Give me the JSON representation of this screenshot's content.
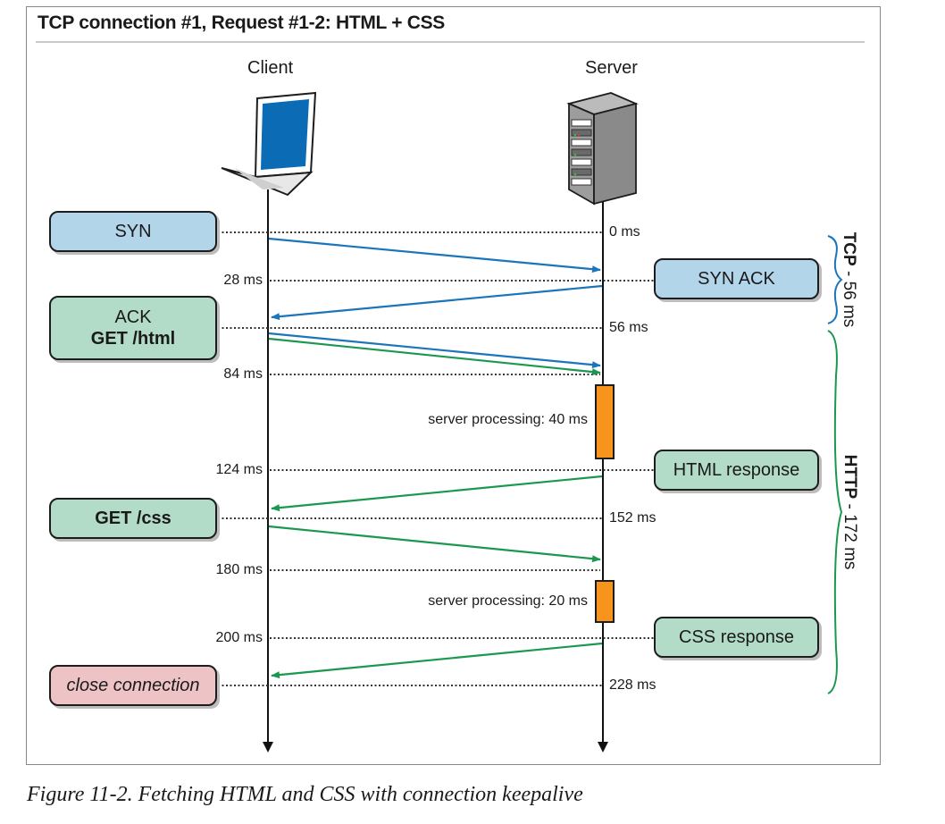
{
  "title": "TCP connection #1, Request #1-2: HTML + CSS",
  "client_label": "Client",
  "server_label": "Server",
  "boxes": {
    "syn": "SYN",
    "syn_ack": "SYN ACK",
    "ack": "ACK",
    "get_html": "GET /html",
    "html_response": "HTML response",
    "get_css": "GET /css",
    "css_response": "CSS response",
    "close": "close connection"
  },
  "times": {
    "t0": "0 ms",
    "t28": "28 ms",
    "t56": "56 ms",
    "t84": "84 ms",
    "t124": "124 ms",
    "t152": "152 ms",
    "t180": "180 ms",
    "t200": "200 ms",
    "t228": "228 ms"
  },
  "processing": {
    "first": "server processing: 40 ms",
    "second": "server processing: 20 ms"
  },
  "phases": {
    "tcp_name": "TCP",
    "tcp_duration": " - 56 ms",
    "http_name": "HTTP",
    "http_duration": " - 172 ms"
  },
  "colors": {
    "tcp_arrow": "#1b75bb",
    "http_arrow": "#1a9850",
    "syn_box": "#b3d5ea",
    "http_box": "#b2dcc7",
    "close_box": "#eec3c6",
    "processing": "#f7941d"
  },
  "caption": "Figure 11-2. Fetching HTML and CSS with connection keepalive"
}
